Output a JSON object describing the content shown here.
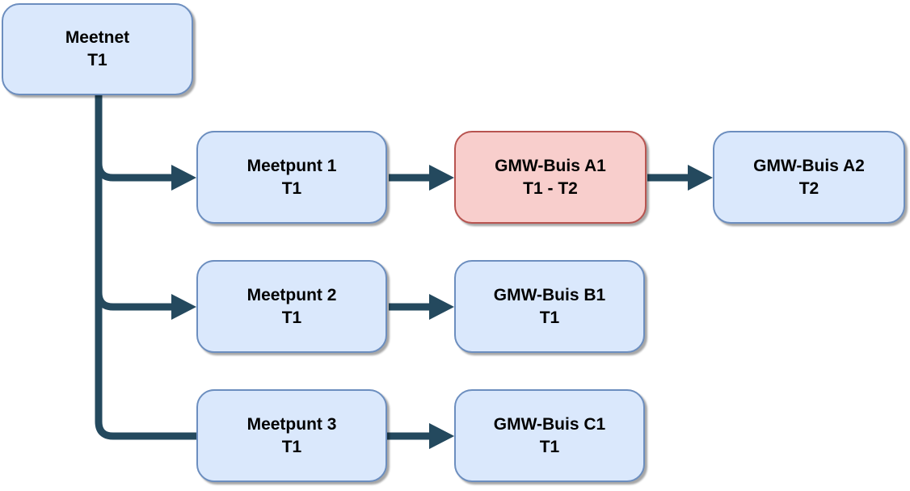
{
  "diagram": {
    "type": "tree-flowchart",
    "nodes": [
      {
        "id": "meetnet",
        "label": "Meetnet",
        "sublabel": "T1",
        "style": "blue"
      },
      {
        "id": "meetpunt1",
        "label": "Meetpunt 1",
        "sublabel": "T1",
        "style": "blue"
      },
      {
        "id": "gmw-buis-a1",
        "label": "GMW-Buis A1",
        "sublabel": "T1 - T2",
        "style": "red"
      },
      {
        "id": "gmw-buis-a2",
        "label": "GMW-Buis A2",
        "sublabel": "T2",
        "style": "blue"
      },
      {
        "id": "meetpunt2",
        "label": "Meetpunt 2",
        "sublabel": "T1",
        "style": "blue"
      },
      {
        "id": "gmw-buis-b1",
        "label": "GMW-Buis B1",
        "sublabel": "T1",
        "style": "blue"
      },
      {
        "id": "meetpunt3",
        "label": "Meetpunt 3",
        "sublabel": "T1",
        "style": "blue"
      },
      {
        "id": "gmw-buis-c1",
        "label": "GMW-Buis C1",
        "sublabel": "T1",
        "style": "blue"
      }
    ],
    "edges": [
      {
        "from": "meetnet",
        "to": "meetpunt1"
      },
      {
        "from": "meetnet",
        "to": "meetpunt2"
      },
      {
        "from": "meetnet",
        "to": "meetpunt3"
      },
      {
        "from": "meetpunt1",
        "to": "gmw-buis-a1"
      },
      {
        "from": "gmw-buis-a1",
        "to": "gmw-buis-a2"
      },
      {
        "from": "meetpunt2",
        "to": "gmw-buis-b1"
      },
      {
        "from": "meetpunt3",
        "to": "gmw-buis-c1"
      }
    ],
    "colors": {
      "node_fill_blue": "#dae8fc",
      "node_border_blue": "#6c8ebf",
      "node_fill_red": "#f8cecc",
      "node_border_red": "#b85450",
      "connector": "#24495e",
      "text": "#000000",
      "background": "#ffffff"
    }
  }
}
